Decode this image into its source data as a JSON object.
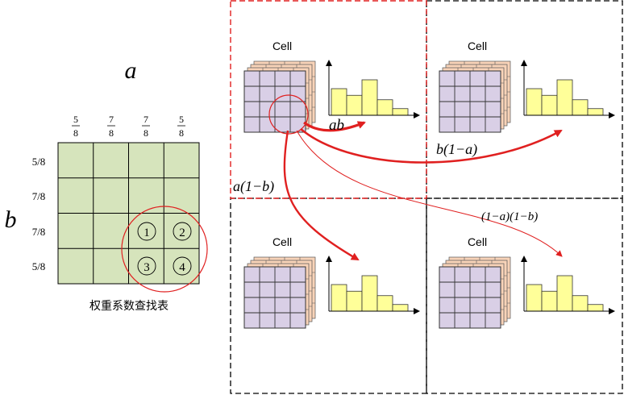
{
  "weight_table": {
    "var_a": "a",
    "var_b": "b",
    "col_headers": [
      {
        "num": "5",
        "den": "8"
      },
      {
        "num": "7",
        "den": "8"
      },
      {
        "num": "7",
        "den": "8"
      },
      {
        "num": "5",
        "den": "8"
      }
    ],
    "row_headers": [
      "5/8",
      "7/8",
      "7/8",
      "5/8"
    ],
    "circled_marks": [
      "1",
      "2",
      "3",
      "4"
    ],
    "caption": "权重系数查找表",
    "cell_color": "#d6e4bc",
    "circle_color": "#e02020"
  },
  "cells": [
    {
      "label": "Cell",
      "panel": "top-left",
      "border": "red-dashed"
    },
    {
      "label": "Cell",
      "panel": "top-right",
      "border": "black-dashed"
    },
    {
      "label": "Cell",
      "panel": "bottom-left",
      "border": "black-dashed"
    },
    {
      "label": "Cell",
      "panel": "bottom-right",
      "border": "black-dashed"
    }
  ],
  "histogram": {
    "values": [
      0.6,
      0.45,
      0.8,
      0.35,
      0.15
    ],
    "bar_color": "#ffff99"
  },
  "arrows": {
    "to_self": "ab",
    "to_right": "b(1−a)",
    "to_below": "a(1−b)",
    "to_diagonal": "(1−a)(1−b)",
    "color": "#e02020"
  }
}
